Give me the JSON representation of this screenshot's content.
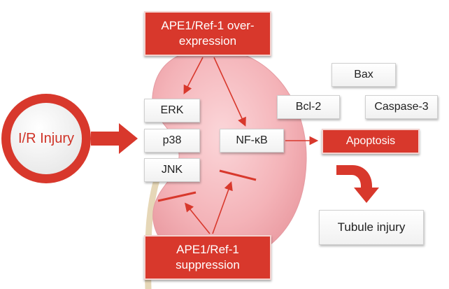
{
  "nodes": {
    "top_box": {
      "line1": "APE1/Ref-1 over-",
      "line2": "expression"
    },
    "bottom_box": {
      "line1": "APE1/Ref-1",
      "line2": "suppression"
    },
    "injury": "I/R Injury",
    "erk": "ERK",
    "p38": "p38",
    "jnk": "JNK",
    "nfkb": "NF-κB",
    "bax": "Bax",
    "bcl2": "Bcl-2",
    "caspase3": "Caspase-3",
    "apoptosis": "Apoptosis",
    "tubule_injury": "Tubule injury"
  },
  "edges": [
    {
      "from": "injury",
      "to": "kidney",
      "type": "activation"
    },
    {
      "from": "top_box",
      "to": "erk",
      "type": "activation"
    },
    {
      "from": "top_box",
      "to": "nfkb",
      "type": "activation"
    },
    {
      "from": "nfkb",
      "to": "apoptosis",
      "type": "activation"
    },
    {
      "from": "apoptosis",
      "to": "tubule_injury",
      "type": "activation"
    },
    {
      "from": "bottom_box",
      "to": "mapk",
      "type": "inhibition"
    },
    {
      "from": "bottom_box",
      "to": "nfkb",
      "type": "inhibition"
    }
  ],
  "colors": {
    "accent_red": "#d8382c",
    "kidney_pink": "#f4b3b8",
    "ureter_tan": "#e6d7b7"
  }
}
